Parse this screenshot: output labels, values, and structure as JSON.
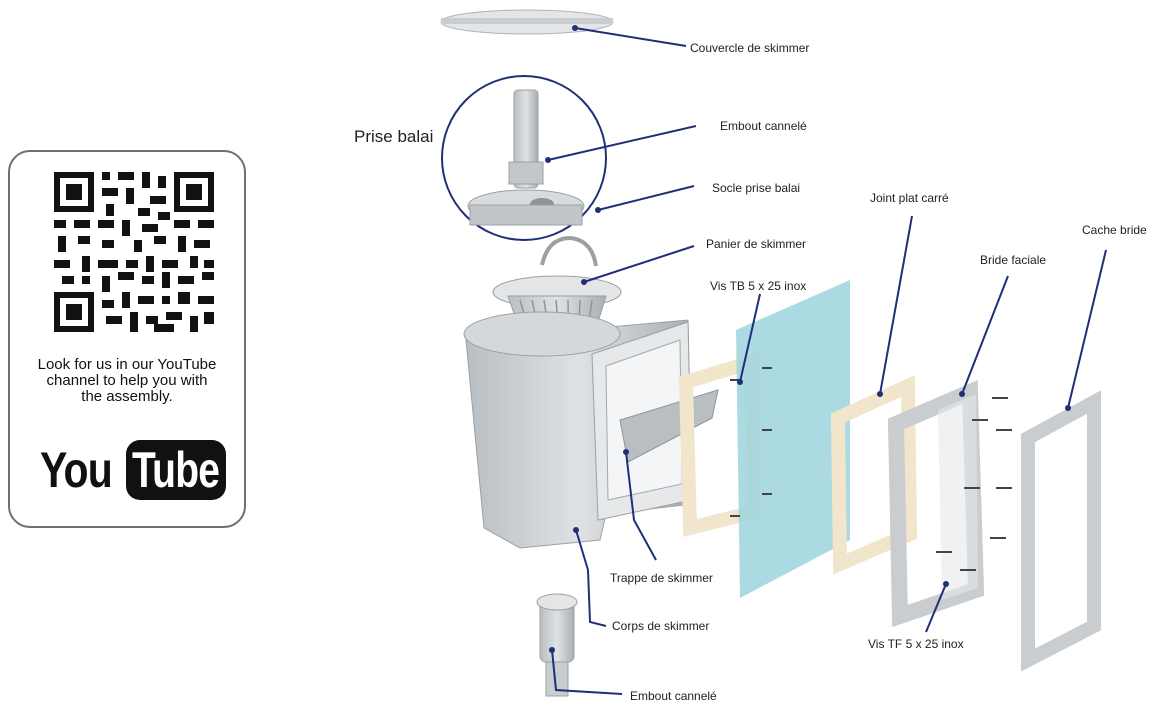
{
  "qr_card": {
    "caption_lines": [
      "Look for us in our YouTube",
      "channel to help you with",
      "the assembly."
    ],
    "logo_you": "You",
    "logo_tube": "Tube"
  },
  "diagram": {
    "group_label": "Prise balai",
    "labels": {
      "couvercle": "Couvercle de skimmer",
      "embout_top": "Embout cannelé",
      "socle": "Socle prise balai",
      "panier": "Panier de skimmer",
      "joint": "Joint plat carré",
      "cache": "Cache bride",
      "bride": "Bride faciale",
      "vis_tb": "Vis TB 5 x 25 inox",
      "trappe": "Trappe de skimmer",
      "corps": "Corps de skimmer",
      "vis_tf": "Vis TF 5 x 25 inox",
      "embout_bottom": "Embout cannelé"
    }
  },
  "colors": {
    "leader_line": "#1f2f78",
    "liner": "#9ed4dd",
    "gasket": "#f1e6cc",
    "part_grey": "#c9cdd0"
  }
}
